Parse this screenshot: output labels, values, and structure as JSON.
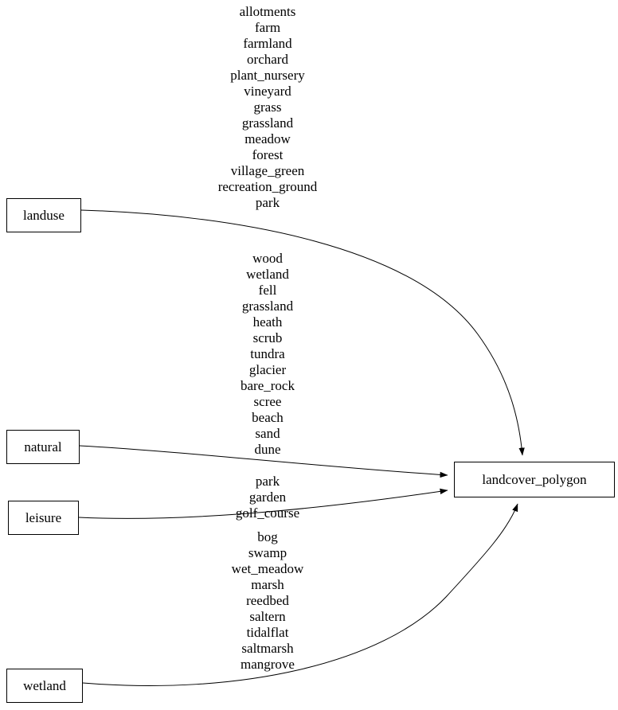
{
  "diagram": {
    "title": "landcover mapping graph",
    "colors": {
      "background": "#ffffff",
      "stroke": "#000000",
      "text": "#000000"
    },
    "nodes": {
      "landuse": {
        "label": "landuse"
      },
      "natural": {
        "label": "natural"
      },
      "leisure": {
        "label": "leisure"
      },
      "wetland": {
        "label": "wetland"
      },
      "landcover_polygon": {
        "label": "landcover_polygon"
      }
    },
    "edges": [
      {
        "from": "landuse",
        "to": "landcover_polygon",
        "values": [
          "allotments",
          "farm",
          "farmland",
          "orchard",
          "plant_nursery",
          "vineyard",
          "grass",
          "grassland",
          "meadow",
          "forest",
          "village_green",
          "recreation_ground",
          "park"
        ]
      },
      {
        "from": "natural",
        "to": "landcover_polygon",
        "values": [
          "wood",
          "wetland",
          "fell",
          "grassland",
          "heath",
          "scrub",
          "tundra",
          "glacier",
          "bare_rock",
          "scree",
          "beach",
          "sand",
          "dune"
        ]
      },
      {
        "from": "leisure",
        "to": "landcover_polygon",
        "values": [
          "park",
          "garden",
          "golf_course"
        ]
      },
      {
        "from": "wetland",
        "to": "landcover_polygon",
        "values": [
          "bog",
          "swamp",
          "wet_meadow",
          "marsh",
          "reedbed",
          "saltern",
          "tidalflat",
          "saltmarsh",
          "mangrove"
        ]
      }
    ]
  }
}
